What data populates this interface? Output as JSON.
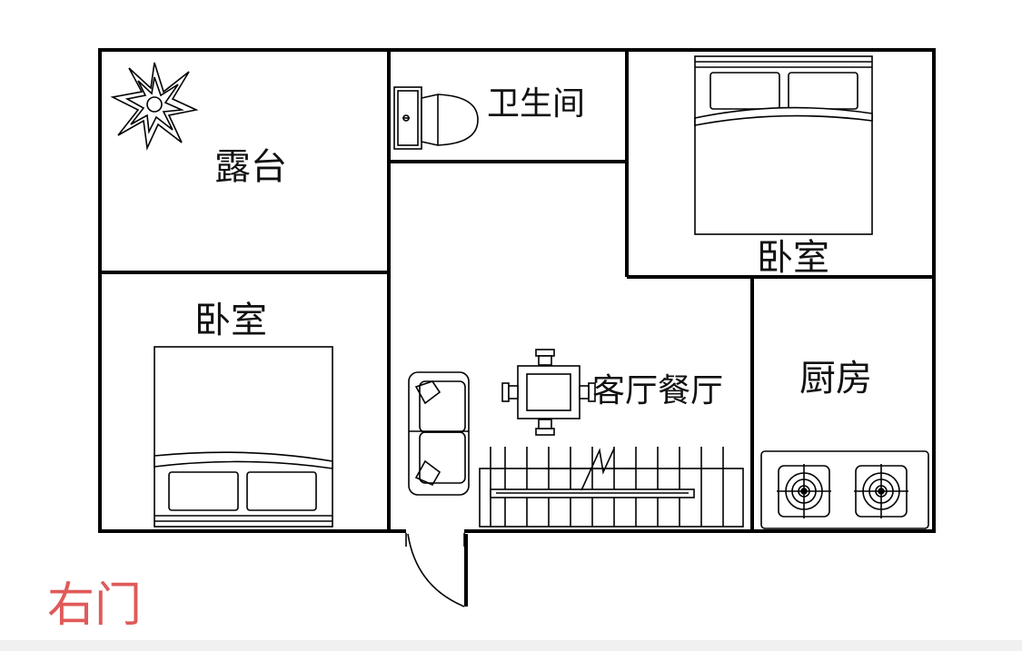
{
  "rooms": {
    "terrace": "露台",
    "bathroom": "卫生间",
    "bedroom_top_right": "卧室",
    "bedroom_left": "卧室",
    "living_dining": "客厅餐厅",
    "kitchen": "厨房"
  },
  "door_label": "右门",
  "colors": {
    "wall": "#000000",
    "background": "#ffffff",
    "door_label": "#e05a5a"
  }
}
